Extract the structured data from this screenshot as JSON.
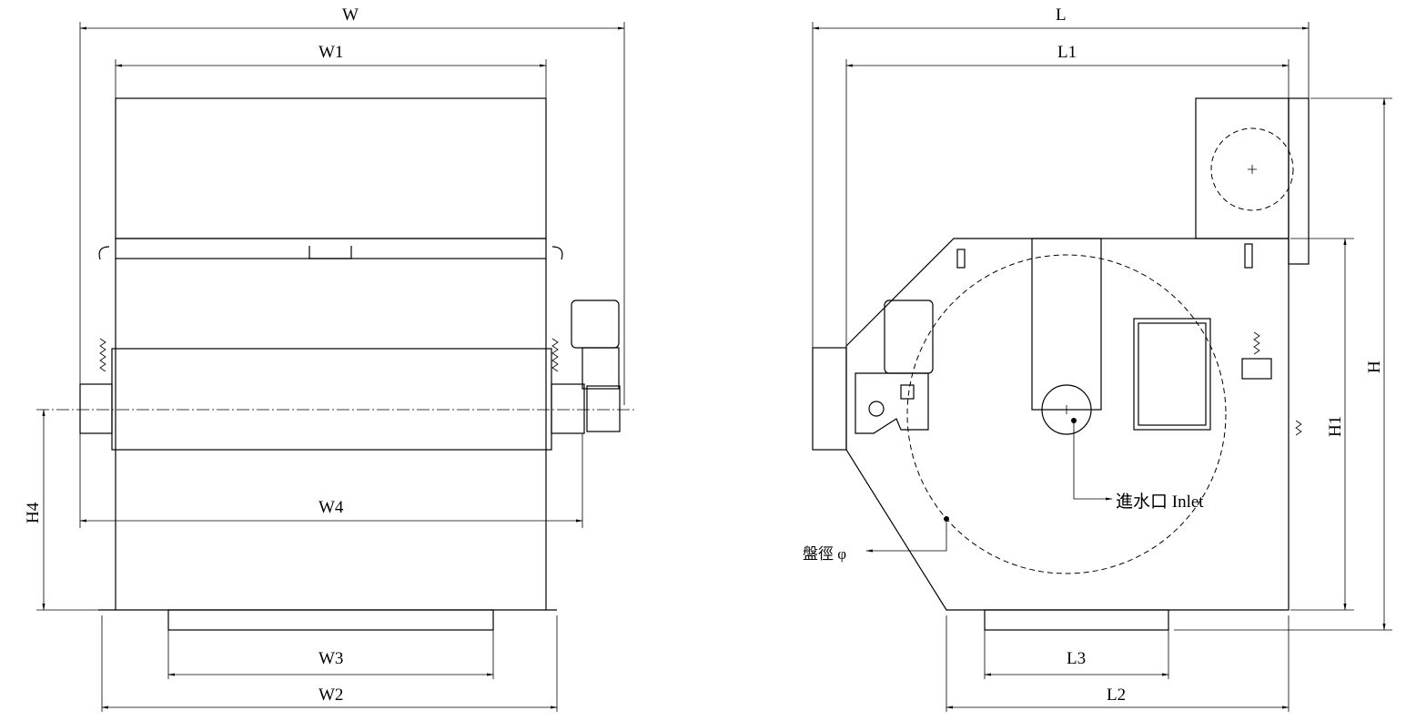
{
  "front_view": {
    "W": "W",
    "W1": "W1",
    "W2": "W2",
    "W3": "W3",
    "W4": "W4",
    "H4": "H4"
  },
  "side_view": {
    "L": "L",
    "L1": "L1",
    "L2": "L2",
    "L3": "L3",
    "H": "H",
    "H1": "H1",
    "inlet_label": "進水口 Inlet",
    "disc_label": "盤徑 φ"
  }
}
